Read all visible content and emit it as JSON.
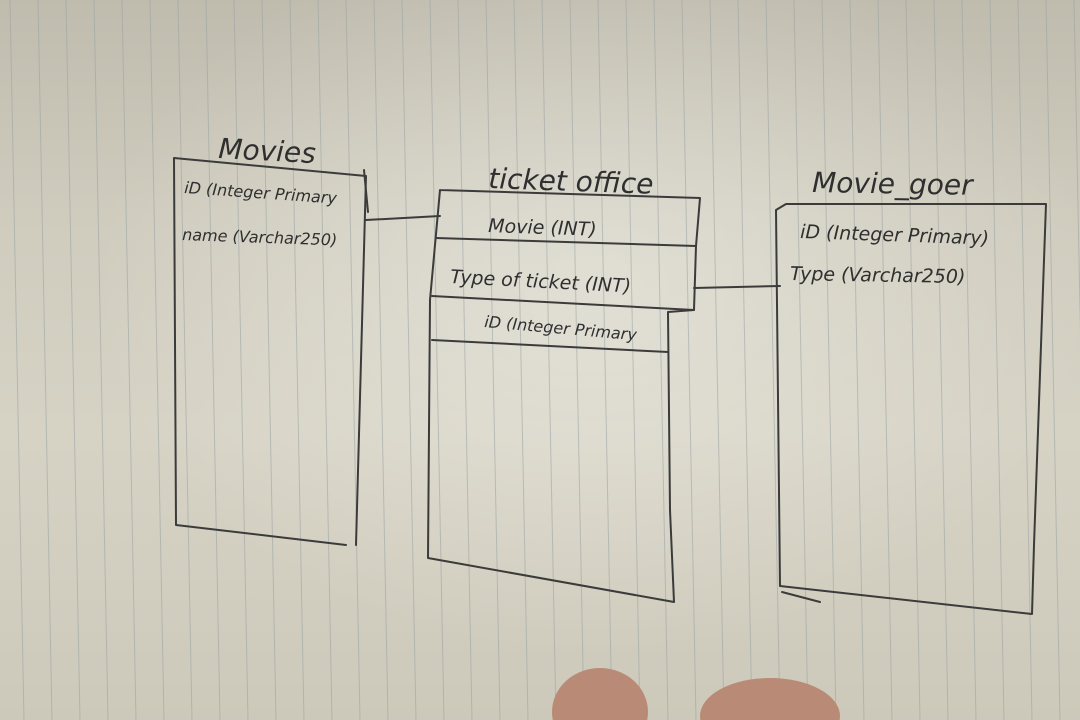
{
  "tables": [
    {
      "name": "Movies",
      "fields": [
        "iD (Integer Primary",
        "name (Varchar250)"
      ]
    },
    {
      "name": "ticket office",
      "fields": [
        "Movie (INT)",
        "Type of ticket (INT)",
        "iD (Integer Primary"
      ]
    },
    {
      "name": "Movie_goer",
      "fields": [
        "iD (Integer Primary)",
        "Type (Varchar250)"
      ]
    }
  ],
  "colors": {
    "ink": "#3b3b3b",
    "paper": "#d6d3c5",
    "rule_lines": "#9aa2a3"
  }
}
